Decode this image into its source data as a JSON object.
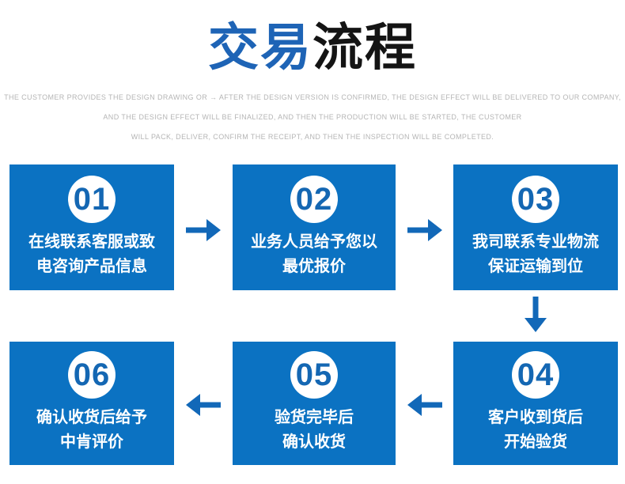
{
  "title": {
    "part_blue": "交易",
    "part_black": "流程"
  },
  "subtitle": {
    "line1": "THE CUSTOMER PROVIDES THE DESIGN DRAWING OR → AFTER THE DESIGN VERSION IS CONFIRMED, THE DESIGN EFFECT WILL BE DELIVERED TO OUR COMPANY,",
    "line2": "AND THE DESIGN EFFECT WILL BE FINALIZED, AND THEN THE PRODUCTION WILL BE STARTED, THE CUSTOMER",
    "line3": "WILL PACK, DELIVER, CONFIRM THE RECEIPT, AND THEN THE INSPECTION WILL BE COMPLETED."
  },
  "steps": [
    {
      "number": "01",
      "line1": "在线联系客服或致",
      "line2": "电咨询产品信息"
    },
    {
      "number": "02",
      "line1": "业务人员给予您以",
      "line2": "最优报价"
    },
    {
      "number": "03",
      "line1": "我司联系专业物流",
      "line2": "保证运输到位"
    },
    {
      "number": "04",
      "line1": "客户收到货后",
      "line2": "开始验货"
    },
    {
      "number": "05",
      "line1": "验货完毕后",
      "line2": "确认收货"
    },
    {
      "number": "06",
      "line1": "确认收货后给予",
      "line2": "中肯评价"
    }
  ],
  "flow": {
    "top_row_order": [
      "01",
      "02",
      "03"
    ],
    "bottom_row_order": [
      "06",
      "05",
      "04"
    ],
    "arrow_directions": [
      "right",
      "right",
      "down",
      "left",
      "left"
    ]
  },
  "colors": {
    "box_blue": "#0b72c2",
    "title_blue": "#1e64b6",
    "title_black": "#141414",
    "arrow_blue": "#1268b8",
    "number_blue": "#1467b3",
    "subtitle_gray": "#b5b5b5",
    "step_text": "#ffffff",
    "background": "#ffffff"
  }
}
